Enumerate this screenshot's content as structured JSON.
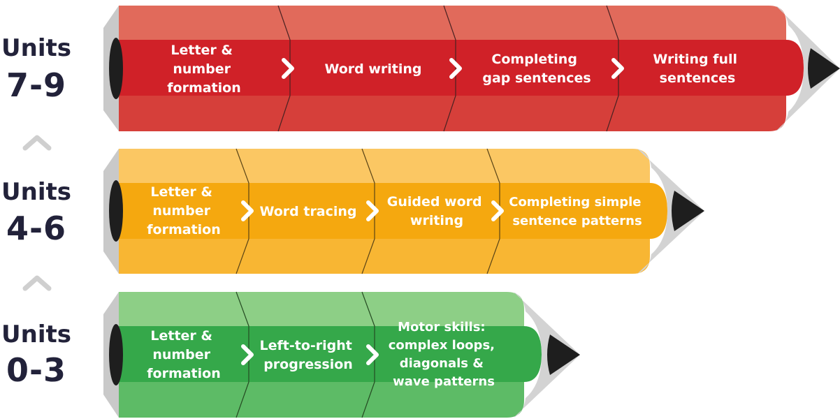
{
  "pencils": [
    {
      "id": "units-7-9",
      "unit_word": "Units",
      "unit_range": "7-9",
      "colors": {
        "main": "#d02128",
        "light": "#e16a5b",
        "dark": "#d63f3a"
      },
      "steps": [
        {
          "lines": [
            "Letter &",
            "number",
            "formation"
          ]
        },
        {
          "lines": [
            "Word writing"
          ]
        },
        {
          "lines": [
            "Completing",
            "gap sentences"
          ]
        },
        {
          "lines": [
            "Writing full",
            "sentences"
          ]
        }
      ]
    },
    {
      "id": "units-4-6",
      "unit_word": "Units",
      "unit_range": "4-6",
      "colors": {
        "main": "#f5a80f",
        "light": "#fbc763",
        "dark": "#f8b633"
      },
      "steps": [
        {
          "lines": [
            "Letter &",
            "number",
            "formation"
          ]
        },
        {
          "lines": [
            "Word tracing"
          ]
        },
        {
          "lines": [
            "Guided word",
            "writing"
          ]
        },
        {
          "lines": [
            "Completing simple",
            "sentence patterns"
          ]
        }
      ]
    },
    {
      "id": "units-0-3",
      "unit_word": "Units",
      "unit_range": "0-3",
      "colors": {
        "main": "#35a84a",
        "light": "#8dcf86",
        "dark": "#5dbb66"
      },
      "steps": [
        {
          "lines": [
            "Letter &",
            "number",
            "formation"
          ]
        },
        {
          "lines": [
            "Left-to-right",
            "progression"
          ]
        },
        {
          "lines": [
            "Motor skills:",
            "complex loops,",
            "diagonals &",
            "wave patterns"
          ]
        }
      ]
    }
  ],
  "icons": {
    "step_separator": "chevron-right-icon",
    "level_separator": "chevron-up-icon"
  }
}
